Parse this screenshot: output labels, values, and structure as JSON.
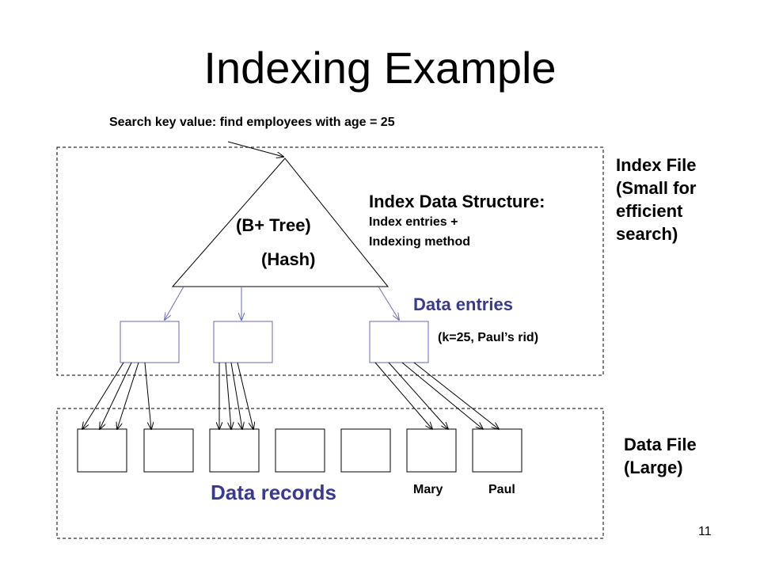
{
  "slide": {
    "title": "Indexing Example",
    "page_number": "11"
  },
  "labels": {
    "search_key": "Search key value: find employees with age = 25",
    "index_file": [
      "Index File",
      "(Small for",
      "efficient",
      "search)"
    ],
    "index_data_structure": "Index Data Structure:",
    "index_data_structure_lines": [
      "Index entries +",
      "Indexing method"
    ],
    "b_plus_tree": "(B+ Tree)",
    "hash": "(Hash)",
    "data_entries": "Data entries",
    "entry_example": "(k=25, Paul’s rid)",
    "data_file": [
      "Data File",
      "(Large)"
    ],
    "data_records": "Data records",
    "mary": "Mary",
    "paul": "Paul"
  },
  "colors": {
    "blue_label": "#3a3a8c",
    "blue_line": "#6a6ab0",
    "black": "#000000"
  }
}
